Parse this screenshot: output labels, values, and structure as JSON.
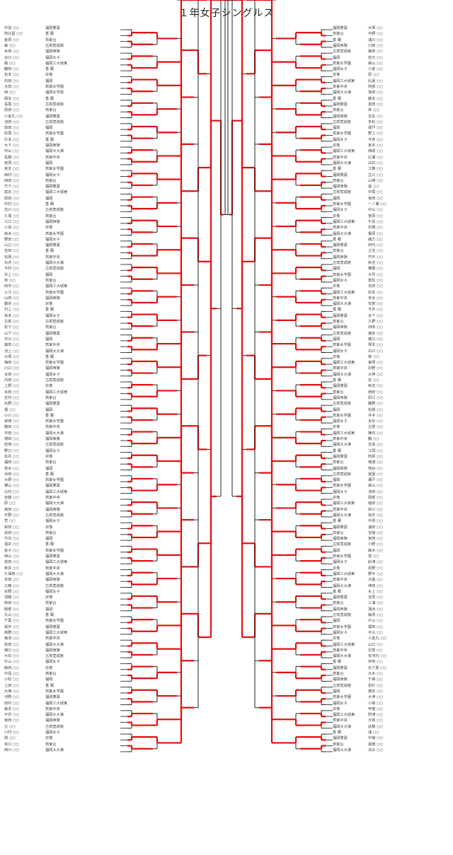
{
  "title": "１年女子シングルス",
  "colors": {
    "win_line": "#e01010",
    "loss_line": "#222222"
  },
  "left_entries": [
    {
      "name": "中島 ○○",
      "school": "福岡雙葉"
    },
    {
      "name": "阿比留 ○○",
      "school": "香 蘭"
    },
    {
      "name": "金原 ○○",
      "school": "筑紫台"
    },
    {
      "name": "森 ○○",
      "school": "古賀竟成館"
    },
    {
      "name": "木田 ○○",
      "school": "福岡西陵"
    },
    {
      "name": "谷口 ○○",
      "school": "福岡女子"
    },
    {
      "name": "森 ○○",
      "school": "福岡工大城東"
    },
    {
      "name": "鶴田 ○○",
      "school": "香 蘭"
    },
    {
      "name": "松本 ○○",
      "school": "宗像"
    },
    {
      "name": "石田 ○○",
      "school": "福岡"
    },
    {
      "name": "大田 ○○",
      "school": "筑紫女学園"
    },
    {
      "name": "西 ○○",
      "school": "福岡女学院"
    },
    {
      "name": "岡本 ○○",
      "school": "香 蘭"
    },
    {
      "name": "長尾 ○○",
      "school": "古賀竟成館"
    },
    {
      "name": "原田 ○○",
      "school": "筑紫台"
    },
    {
      "name": "小金丸 ○○",
      "school": "福岡雙葉"
    },
    {
      "name": "池田 ○○",
      "school": "古賀竟成館"
    },
    {
      "name": "前田 ○○",
      "school": "福岡"
    },
    {
      "name": "松尾 ○○",
      "school": "筑紫女学園"
    },
    {
      "name": "杉本 ○○",
      "school": "香 蘭"
    },
    {
      "name": "大下 ○○",
      "school": "福岡西陵"
    },
    {
      "name": "中山 ○○",
      "school": "福岡大大濠"
    },
    {
      "name": "佐藤 ○○",
      "school": "筑紫中央"
    },
    {
      "name": "宮原 ○○",
      "school": "福岡"
    },
    {
      "name": "宮本 ○○",
      "school": "筑紫女学園"
    },
    {
      "name": "西村 ○○",
      "school": "福岡女子"
    },
    {
      "name": "西田 ○○",
      "school": "筑紫台"
    },
    {
      "name": "竹下 ○○",
      "school": "福岡雙葉"
    },
    {
      "name": "富永 ○○",
      "school": "福岡工大城東"
    },
    {
      "name": "原田 ○○",
      "school": "福岡"
    },
    {
      "name": "中村 ○○",
      "school": "香 蘭"
    },
    {
      "name": "吉川 ○○",
      "school": "古賀竟成館"
    },
    {
      "name": "久保 ○○",
      "school": "筑紫台"
    },
    {
      "name": "江口 ○○",
      "school": "福岡西陵"
    },
    {
      "name": "小島 ○○",
      "school": "宗像"
    },
    {
      "name": "高木 ○○",
      "school": "筑紫女学園"
    },
    {
      "name": "野田 ○○",
      "school": "福岡女子"
    },
    {
      "name": "山口 ○○",
      "school": "福岡雙葉"
    },
    {
      "name": "吉田 ○○",
      "school": "香 蘭"
    },
    {
      "name": "松岡 ○○",
      "school": "筑紫中央"
    },
    {
      "name": "石井 ○○",
      "school": "福岡大大濠"
    },
    {
      "name": "今村 ○○",
      "school": "古賀竟成館"
    },
    {
      "name": "井上 ○○",
      "school": "福岡"
    },
    {
      "name": "林 ○○",
      "school": "筑紫台"
    },
    {
      "name": "田中 ○○",
      "school": "福岡工大城東"
    },
    {
      "name": "入江 ○○",
      "school": "筑紫女学園"
    },
    {
      "name": "山田 ○○",
      "school": "福岡西陵"
    },
    {
      "name": "藤井 ○○",
      "school": "宗像"
    },
    {
      "name": "村上 ○○",
      "school": "香 蘭"
    },
    {
      "name": "坂本 ○○",
      "school": "福岡女子"
    },
    {
      "name": "古賀 ○○",
      "school": "古賀竟成館"
    },
    {
      "name": "松下 ○○",
      "school": "筑紫台"
    },
    {
      "name": "山下 ○○",
      "school": "福岡雙葉"
    },
    {
      "name": "中川 ○○",
      "school": "福岡"
    },
    {
      "name": "森田 ○○",
      "school": "筑紫中央"
    },
    {
      "name": "池上 ○○",
      "school": "福岡大大濠"
    },
    {
      "name": "大塚 ○○",
      "school": "香 蘭"
    },
    {
      "name": "梅田 ○○",
      "school": "筑紫女学園"
    },
    {
      "name": "川口 ○○",
      "school": "福岡西陵"
    },
    {
      "name": "太田 ○○",
      "school": "福岡女子"
    },
    {
      "name": "内田 ○○",
      "school": "古賀竟成館"
    },
    {
      "name": "上野 ○○",
      "school": "宗像"
    },
    {
      "name": "永田 ○○",
      "school": "福岡工大城東"
    },
    {
      "name": "吉村 ○○",
      "school": "筑紫台"
    },
    {
      "name": "矢野 ○○",
      "school": "福岡雙葉"
    },
    {
      "name": "堀 ○○",
      "school": "福岡"
    },
    {
      "name": "小川 ○○",
      "school": "香 蘭"
    },
    {
      "name": "宮崎 ○○",
      "school": "筑紫女学園"
    },
    {
      "name": "藤田 ○○",
      "school": "筑紫中央"
    },
    {
      "name": "平田 ○○",
      "school": "福岡大大濠"
    },
    {
      "name": "増田 ○○",
      "school": "福岡西陵"
    },
    {
      "name": "岩崎 ○○",
      "school": "古賀竟成館"
    },
    {
      "name": "野口 ○○",
      "school": "福岡女子"
    },
    {
      "name": "松井 ○○",
      "school": "宗像"
    },
    {
      "name": "福田 ○○",
      "school": "筑紫台"
    },
    {
      "name": "荒木 ○○",
      "school": "福岡"
    },
    {
      "name": "浜田 ○○",
      "school": "香 蘭"
    },
    {
      "name": "大野 ○○",
      "school": "筑紫女学園"
    },
    {
      "name": "横山 ○○",
      "school": "福岡雙葉"
    },
    {
      "name": "北村 ○○",
      "school": "福岡工大城東"
    },
    {
      "name": "安藤 ○○",
      "school": "筑紫中央"
    },
    {
      "name": "原 ○○",
      "school": "福岡大大濠"
    },
    {
      "name": "高田 ○○",
      "school": "福岡西陵"
    },
    {
      "name": "平野 ○○",
      "school": "古賀竟成館"
    },
    {
      "name": "菅 ○○",
      "school": "福岡女子"
    },
    {
      "name": "和田 ○○",
      "school": "宗像"
    },
    {
      "name": "武田 ○○",
      "school": "筑紫台"
    },
    {
      "name": "竹内 ○○",
      "school": "福岡"
    },
    {
      "name": "酒井 ○○",
      "school": "香 蘭"
    },
    {
      "name": "金子 ○○",
      "school": "筑紫女学園"
    },
    {
      "name": "西山 ○○",
      "school": "福岡雙葉"
    },
    {
      "name": "岩田 ○○",
      "school": "福岡工大城東"
    },
    {
      "name": "新井 ○○",
      "school": "筑紫中央"
    },
    {
      "name": "久保田 ○○",
      "school": "福岡大大濠"
    },
    {
      "name": "本田 ○○",
      "school": "福岡西陵"
    },
    {
      "name": "工藤 ○○",
      "school": "古賀竟成館"
    },
    {
      "name": "水野 ○○",
      "school": "福岡女子"
    },
    {
      "name": "須藤 ○○",
      "school": "宗像"
    },
    {
      "name": "柴田 ○○",
      "school": "筑紫台"
    },
    {
      "name": "服部 ○○",
      "school": "福岡"
    },
    {
      "name": "丸山 ○○",
      "school": "香 蘭"
    },
    {
      "name": "千葉 ○○",
      "school": "筑紫女学園"
    },
    {
      "name": "桜井 ○○",
      "school": "福岡雙葉"
    },
    {
      "name": "高野 ○○",
      "school": "福岡工大城東"
    },
    {
      "name": "菊池 ○○",
      "school": "筑紫中央"
    },
    {
      "name": "松田 ○○",
      "school": "福岡大大濠"
    },
    {
      "name": "樋口 ○○",
      "school": "福岡西陵"
    },
    {
      "name": "大石 ○○",
      "school": "古賀竟成館"
    },
    {
      "name": "杉山 ○○",
      "school": "福岡女子"
    },
    {
      "name": "飯田 ○○",
      "school": "宗像"
    },
    {
      "name": "中島 ○○",
      "school": "筑紫台"
    },
    {
      "name": "小松 ○○",
      "school": "福岡"
    },
    {
      "name": "上田 ○○",
      "school": "香 蘭"
    },
    {
      "name": "大西 ○○",
      "school": "筑紫女学園"
    },
    {
      "name": "河野 ○○",
      "school": "福岡雙葉"
    },
    {
      "name": "田村 ○○",
      "school": "福岡工大城東"
    },
    {
      "name": "森本 ○○",
      "school": "筑紫中央"
    },
    {
      "name": "平井 ○○",
      "school": "福岡大大濠"
    },
    {
      "name": "宮田 ○○",
      "school": "福岡西陵"
    },
    {
      "name": "辻 ○○",
      "school": "古賀竟成館"
    },
    {
      "name": "川村 ○○",
      "school": "福岡女子"
    },
    {
      "name": "関 ○○",
      "school": "宗像"
    },
    {
      "name": "坂口 ○○",
      "school": "筑紫台"
    },
    {
      "name": "西川 ○○",
      "school": "福岡大大濠"
    }
  ],
  "right_entries": [
    {
      "name": "大塚 ○○",
      "school": "福岡雙葉"
    },
    {
      "name": "中野 ○○",
      "school": "筑紫台"
    },
    {
      "name": "浦川 ○○",
      "school": "香 蘭"
    },
    {
      "name": "川田 ○○",
      "school": "福岡西陵"
    },
    {
      "name": "嶋田 ○○",
      "school": "古賀竟成館"
    },
    {
      "name": "岩元 ○○",
      "school": "福岡"
    },
    {
      "name": "森山 ○○",
      "school": "筑紫女学園"
    },
    {
      "name": "小倉 ○○",
      "school": "福岡女子"
    },
    {
      "name": "原 ○○",
      "school": "宗像"
    },
    {
      "name": "比嘉 ○○",
      "school": "福岡工大城東"
    },
    {
      "name": "阿部 ○○",
      "school": "筑紫中央"
    },
    {
      "name": "坂田 ○○",
      "school": "福岡大大濠"
    },
    {
      "name": "藤本 ○○",
      "school": "香 蘭"
    },
    {
      "name": "黒田 ○○",
      "school": "福岡雙葉"
    },
    {
      "name": "林 ○○",
      "school": "筑紫台"
    },
    {
      "name": "吉永 ○○",
      "school": "福岡西陵"
    },
    {
      "name": "末松 ○○",
      "school": "古賀竟成館"
    },
    {
      "name": "城戸 ○○",
      "school": "福岡"
    },
    {
      "name": "野上 ○○",
      "school": "筑紫女学園"
    },
    {
      "name": "今泉 ○○",
      "school": "福岡女子"
    },
    {
      "name": "宮本 ○○",
      "school": "宗像"
    },
    {
      "name": "西岡 ○○",
      "school": "福岡工大城東"
    },
    {
      "name": "広瀬 ○○",
      "school": "筑紫中央"
    },
    {
      "name": "白石 ○○",
      "school": "福岡大大濠"
    },
    {
      "name": "江藤 ○○",
      "school": "香 蘭"
    },
    {
      "name": "古川 ○○",
      "school": "福岡雙葉"
    },
    {
      "name": "山崎 ○○",
      "school": "筑紫台"
    },
    {
      "name": "堤 ○○",
      "school": "福岡西陵"
    },
    {
      "name": "中尾 ○○",
      "school": "古賀竟成館"
    },
    {
      "name": "有田 ○○",
      "school": "福岡"
    },
    {
      "name": "一ノ瀬 ○○",
      "school": "筑紫女学園"
    },
    {
      "name": "中山 ○○",
      "school": "福岡女子"
    },
    {
      "name": "宮原 ○○",
      "school": "宗像"
    },
    {
      "name": "牛島 ○○",
      "school": "福岡工大城東"
    },
    {
      "name": "石橋 ○○",
      "school": "筑紫中央"
    },
    {
      "name": "梶原 ○○",
      "school": "福岡大大濠"
    },
    {
      "name": "緒方 ○○",
      "school": "香 蘭"
    },
    {
      "name": "田代 ○○",
      "school": "福岡雙葉"
    },
    {
      "name": "立花 ○○",
      "school": "筑紫台"
    },
    {
      "name": "竹中 ○○",
      "school": "福岡西陵"
    },
    {
      "name": "秋吉 ○○",
      "school": "古賀竟成館"
    },
    {
      "name": "権藤 ○○",
      "school": "福岡"
    },
    {
      "name": "大坪 ○○",
      "school": "筑紫女学園"
    },
    {
      "name": "重松 ○○",
      "school": "福岡女子"
    },
    {
      "name": "花田 ○○",
      "school": "宗像"
    },
    {
      "name": "松永 ○○",
      "school": "福岡工大城東"
    },
    {
      "name": "末永 ○○",
      "school": "筑紫中央"
    },
    {
      "name": "安部 ○○",
      "school": "福岡大大濠"
    },
    {
      "name": "今井 ○○",
      "school": "香 蘭"
    },
    {
      "name": "木下 ○○",
      "school": "福岡雙葉"
    },
    {
      "name": "久野 ○○",
      "school": "筑紫台"
    },
    {
      "name": "持田 ○○",
      "school": "福岡西陵"
    },
    {
      "name": "徳永 ○○",
      "school": "古賀竟成館"
    },
    {
      "name": "猪口 ○○",
      "school": "福岡"
    },
    {
      "name": "塚本 ○○",
      "school": "筑紫女学園"
    },
    {
      "name": "白川 ○○",
      "school": "福岡女子"
    },
    {
      "name": "柳 ○○",
      "school": "宗像"
    },
    {
      "name": "鬼塚 ○○",
      "school": "福岡工大城東"
    },
    {
      "name": "的野 ○○",
      "school": "筑紫中央"
    },
    {
      "name": "大神 ○○",
      "school": "福岡大大濠"
    },
    {
      "name": "宗 ○○",
      "school": "香 蘭"
    },
    {
      "name": "有吉 ○○",
      "school": "福岡雙葉"
    },
    {
      "name": "西田 ○○",
      "school": "筑紫台"
    },
    {
      "name": "原口 ○○",
      "school": "福岡西陵"
    },
    {
      "name": "藤野 ○○",
      "school": "古賀竟成館"
    },
    {
      "name": "松隈 ○○",
      "school": "福岡"
    },
    {
      "name": "井手 ○○",
      "school": "筑紫女学園"
    },
    {
      "name": "永松 ○○",
      "school": "福岡女子"
    },
    {
      "name": "古賀 ○○",
      "school": "宗像"
    },
    {
      "name": "陣内 ○○",
      "school": "福岡工大城東"
    },
    {
      "name": "鶴 ○○",
      "school": "筑紫中央"
    },
    {
      "name": "吉武 ○○",
      "school": "福岡大大濠"
    },
    {
      "name": "江頭 ○○",
      "school": "香 蘭"
    },
    {
      "name": "田原 ○○",
      "school": "福岡雙葉"
    },
    {
      "name": "樋渡 ○○",
      "school": "筑紫台"
    },
    {
      "name": "熊谷 ○○",
      "school": "福岡西陵"
    },
    {
      "name": "宮副 ○○",
      "school": "古賀竟成館"
    },
    {
      "name": "瀬戸 ○○",
      "school": "福岡"
    },
    {
      "name": "高山 ○○",
      "school": "筑紫女学園"
    },
    {
      "name": "池田 ○○",
      "school": "福岡女子"
    },
    {
      "name": "岡部 ○○",
      "school": "宗像"
    },
    {
      "name": "稲田 ○○",
      "school": "福岡工大城東"
    },
    {
      "name": "岸川 ○○",
      "school": "筑紫中央"
    },
    {
      "name": "坂井 ○○",
      "school": "福岡大大濠"
    },
    {
      "name": "中原 ○○",
      "school": "香 蘭"
    },
    {
      "name": "浦田 ○○",
      "school": "福岡雙葉"
    },
    {
      "name": "吉開 ○○",
      "school": "筑紫台"
    },
    {
      "name": "宮地 ○○",
      "school": "福岡西陵"
    },
    {
      "name": "小野 ○○",
      "school": "古賀竟成館"
    },
    {
      "name": "藤木 ○○",
      "school": "福岡"
    },
    {
      "name": "境 ○○",
      "school": "筑紫女学園"
    },
    {
      "name": "舩津 ○○",
      "school": "福岡女子"
    },
    {
      "name": "原野 ○○",
      "school": "宗像"
    },
    {
      "name": "野中 ○○",
      "school": "福岡工大城東"
    },
    {
      "name": "大庭 ○○",
      "school": "筑紫中央"
    },
    {
      "name": "神田 ○○",
      "school": "福岡大大濠"
    },
    {
      "name": "水上 ○○",
      "school": "香 蘭"
    },
    {
      "name": "吉原 ○○",
      "school": "福岡雙葉"
    },
    {
      "name": "三浦 ○○",
      "school": "筑紫台"
    },
    {
      "name": "蒲池 ○○",
      "school": "福岡西陵"
    },
    {
      "name": "篠原 ○○",
      "school": "古賀竟成館"
    },
    {
      "name": "片山 ○○",
      "school": "福岡"
    },
    {
      "name": "堀田 ○○",
      "school": "筑紫女学園"
    },
    {
      "name": "平山 ○○",
      "school": "福岡女子"
    },
    {
      "name": "小金丸 ○○",
      "school": "宗像"
    },
    {
      "name": "山口 ○○",
      "school": "福岡工大城東"
    },
    {
      "name": "志賀 ○○",
      "school": "筑紫中央"
    },
    {
      "name": "安河内 ○○",
      "school": "福岡大大濠"
    },
    {
      "name": "舛田 ○○",
      "school": "香 蘭"
    },
    {
      "name": "矢ケ部 ○○",
      "school": "福岡雙葉"
    },
    {
      "name": "大木 ○○",
      "school": "筑紫台"
    },
    {
      "name": "千綿 ○○",
      "school": "福岡西陵"
    },
    {
      "name": "若杉 ○○",
      "school": "古賀竟成館"
    },
    {
      "name": "橋本 ○○",
      "school": "福岡"
    },
    {
      "name": "大津 ○○",
      "school": "筑紫女学園"
    },
    {
      "name": "小柳 ○○",
      "school": "福岡女子"
    },
    {
      "name": "甲斐 ○○",
      "school": "宗像"
    },
    {
      "name": "財津 ○○",
      "school": "福岡工大城東"
    },
    {
      "name": "大賀 ○○",
      "school": "筑紫中央"
    },
    {
      "name": "武藤 ○○",
      "school": "福岡大大濠"
    },
    {
      "name": "浦 ○○",
      "school": "香 蘭"
    },
    {
      "name": "中嶋 ○○",
      "school": "福岡雙葉"
    },
    {
      "name": "真鍋 ○○",
      "school": "筑紫台"
    },
    {
      "name": "清水 ○○",
      "school": "福岡大大濠"
    }
  ]
}
